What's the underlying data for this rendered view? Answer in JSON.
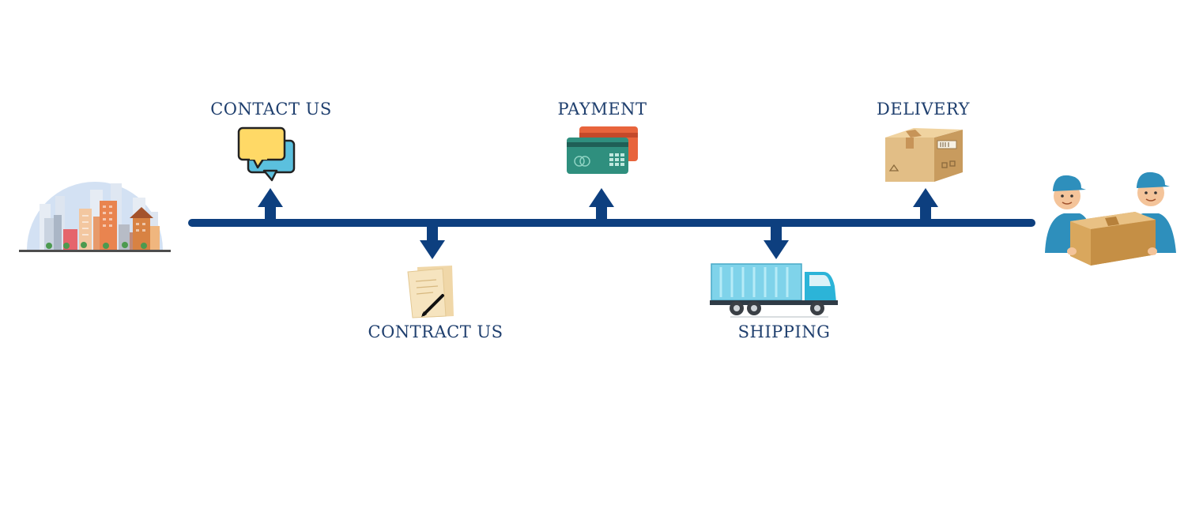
{
  "steps": {
    "contact": "CONTACT US",
    "contract": "CONTRACT US",
    "payment": "PAYMENT",
    "shipping": "SHIPPING",
    "delivery": "DELIVERY"
  },
  "icons": {
    "origin": "city-skyline-icon",
    "contact": "chat-bubbles-icon",
    "contract": "signed-document-icon",
    "payment": "credit-cards-icon",
    "shipping": "delivery-truck-icon",
    "delivery": "cardboard-box-icon",
    "destination": "delivery-workers-icon"
  },
  "colors": {
    "timeline": "#0d3f7f",
    "text": "#1f3f6e"
  }
}
